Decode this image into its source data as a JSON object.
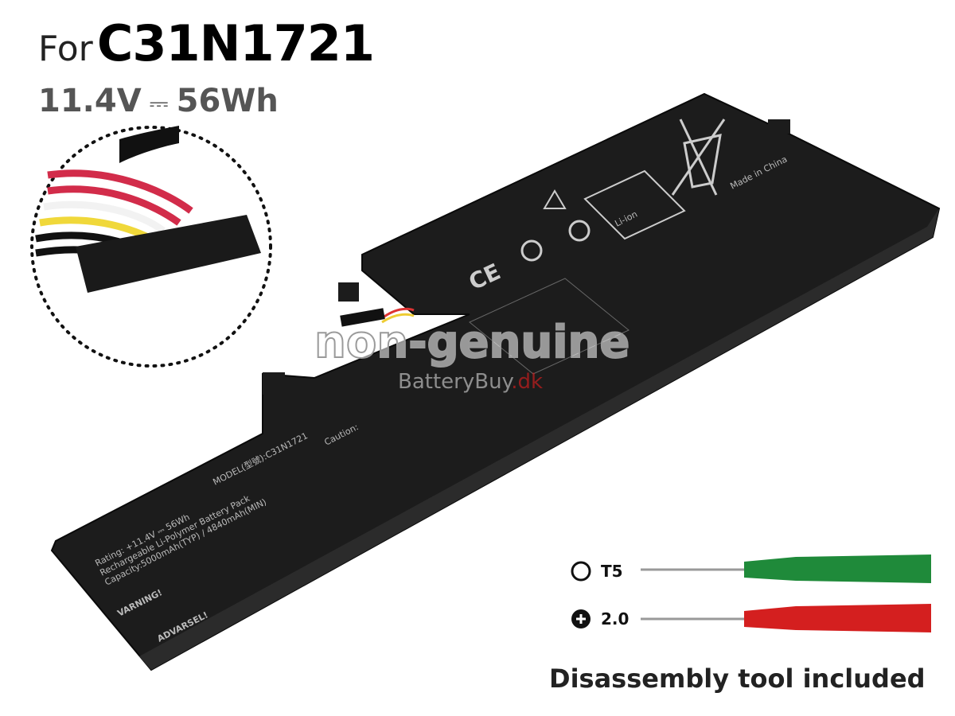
{
  "header": {
    "prefix": "For",
    "model": "C31N1721"
  },
  "spec": {
    "voltage": "11.4V",
    "dc_symbol": "⎓",
    "capacity": "56Wh"
  },
  "battery_label": {
    "made_in": "Made in China",
    "li_ion": "Li-ion",
    "model_line": "MODEL(型號):C31N1721",
    "rating_line": "Rating: +11.4V ⎓ 56Wh",
    "type_line": "Rechargeable Li-Polymer Battery Pack",
    "capacity_line": "Capacity:5000mAh(TYP) / 4840mAh(MIN)",
    "caution": "Caution:",
    "warning": "VARNING!",
    "adv": "ADVARSEL!",
    "ce": "CE"
  },
  "watermark": {
    "main": "non-genuine",
    "brand": "BatteryBuy",
    "tld": ".dk"
  },
  "tools": [
    {
      "icon": "torx-icon",
      "label": "T5",
      "handle_color": "#1f8a3a"
    },
    {
      "icon": "phillips-icon",
      "label": "2.0",
      "handle_color": "#d41f1f"
    }
  ],
  "footer": {
    "text": "Disassembly tool included"
  }
}
